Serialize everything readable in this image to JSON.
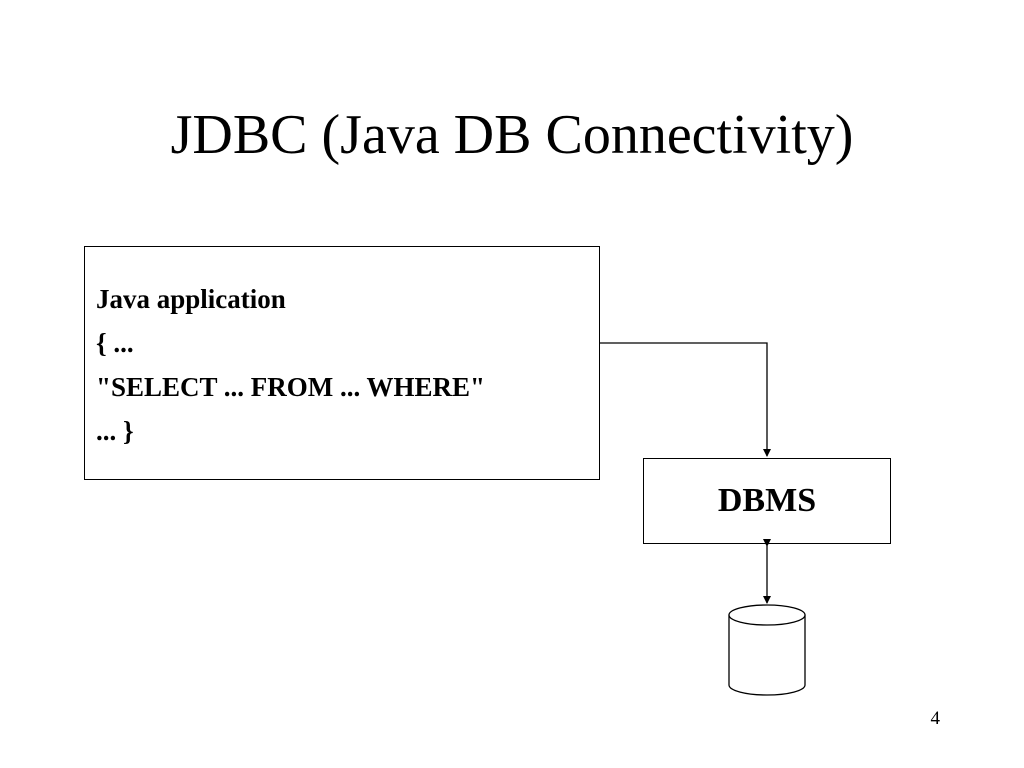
{
  "slide": {
    "title": "JDBC (Java DB Connectivity)",
    "page_number": "4"
  },
  "app_box": {
    "lines": [
      "Java application",
      "{ ...",
      "\"SELECT ... FROM ... WHERE\"",
      "... }"
    ]
  },
  "dbms_box": {
    "label": "DBMS"
  },
  "database": {
    "icon": "database-cylinder-icon"
  },
  "colors": {
    "background": "#ffffff",
    "foreground": "#000000"
  }
}
